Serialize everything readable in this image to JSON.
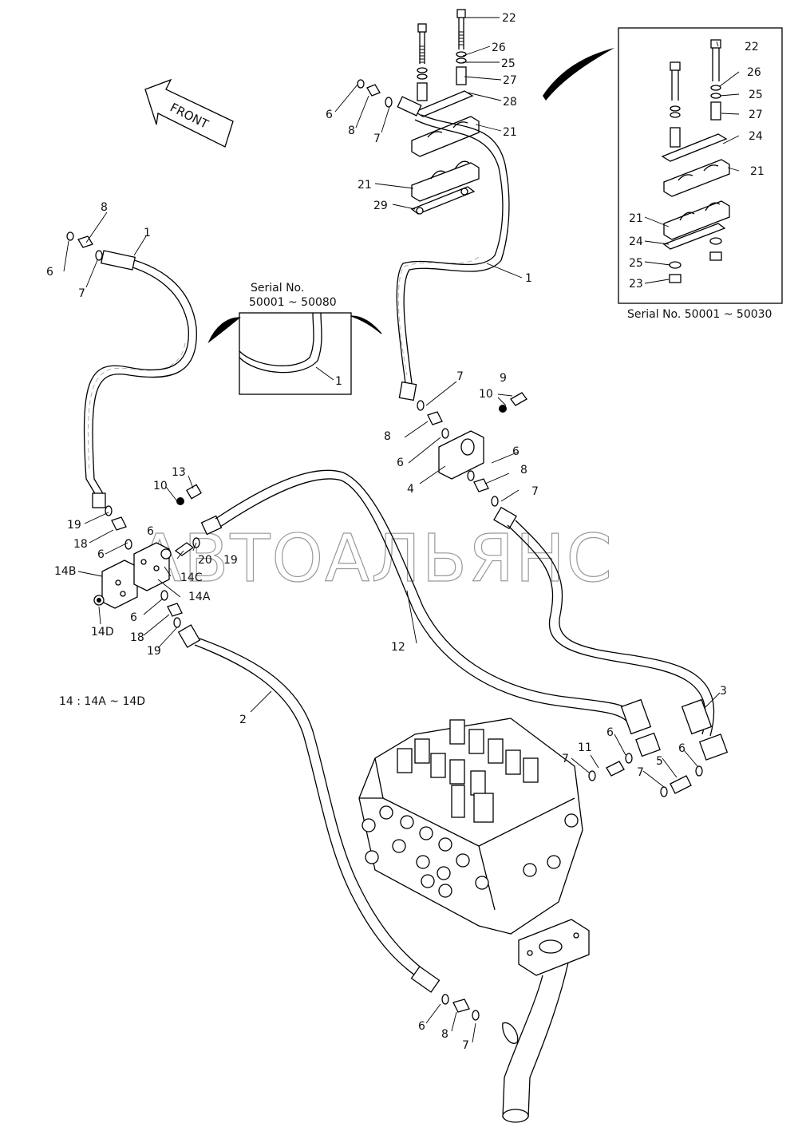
{
  "front_arrow": {
    "label": "FRONT"
  },
  "inset_serial_80": {
    "title_line1": "Serial No.",
    "title_line2": "50001 ~ 50080",
    "part": "1"
  },
  "inset_serial_30": {
    "caption": "Serial No. 50001 ~ 50030"
  },
  "note": "14 : 14A ~ 14D",
  "watermark": "АВТОАЛЬЯНС",
  "callouts": {
    "c22a": "22",
    "c26a": "26",
    "c25a": "25",
    "c27a": "27",
    "c28": "28",
    "c21a": "21",
    "c21b": "21",
    "c29": "29",
    "c6a": "6",
    "c8a": "8",
    "c7a": "7",
    "c1a": "1",
    "c8b": "8",
    "c1b": "1",
    "c6b": "6",
    "c7b": "7",
    "c22b": "22",
    "c26b": "26",
    "c25b": "25",
    "c27b": "27",
    "c24a": "24",
    "c21c": "21",
    "c21d": "21",
    "c24b": "24",
    "c25c": "25",
    "c23": "23",
    "c7c": "7",
    "c9": "9",
    "c10a": "10",
    "c8c": "8",
    "c6c": "6",
    "c6d": "6",
    "c4": "4",
    "c8d": "8",
    "c7d": "7",
    "c13": "13",
    "c10b": "10",
    "c19a": "19",
    "c18a": "18",
    "c6e": "6",
    "c14B": "14B",
    "c20": "20",
    "c19b": "19",
    "c14C": "14C",
    "c14A": "14A",
    "c6f": "6",
    "c14D": "14D",
    "c18b": "18",
    "c19c": "19",
    "c12": "12",
    "c2": "2",
    "c3": "3",
    "c6g": "6",
    "c11": "11",
    "c7e": "7",
    "c6h": "6",
    "c5": "5",
    "c7f": "7",
    "c6i": "6",
    "c8e": "8",
    "c7g": "7"
  }
}
